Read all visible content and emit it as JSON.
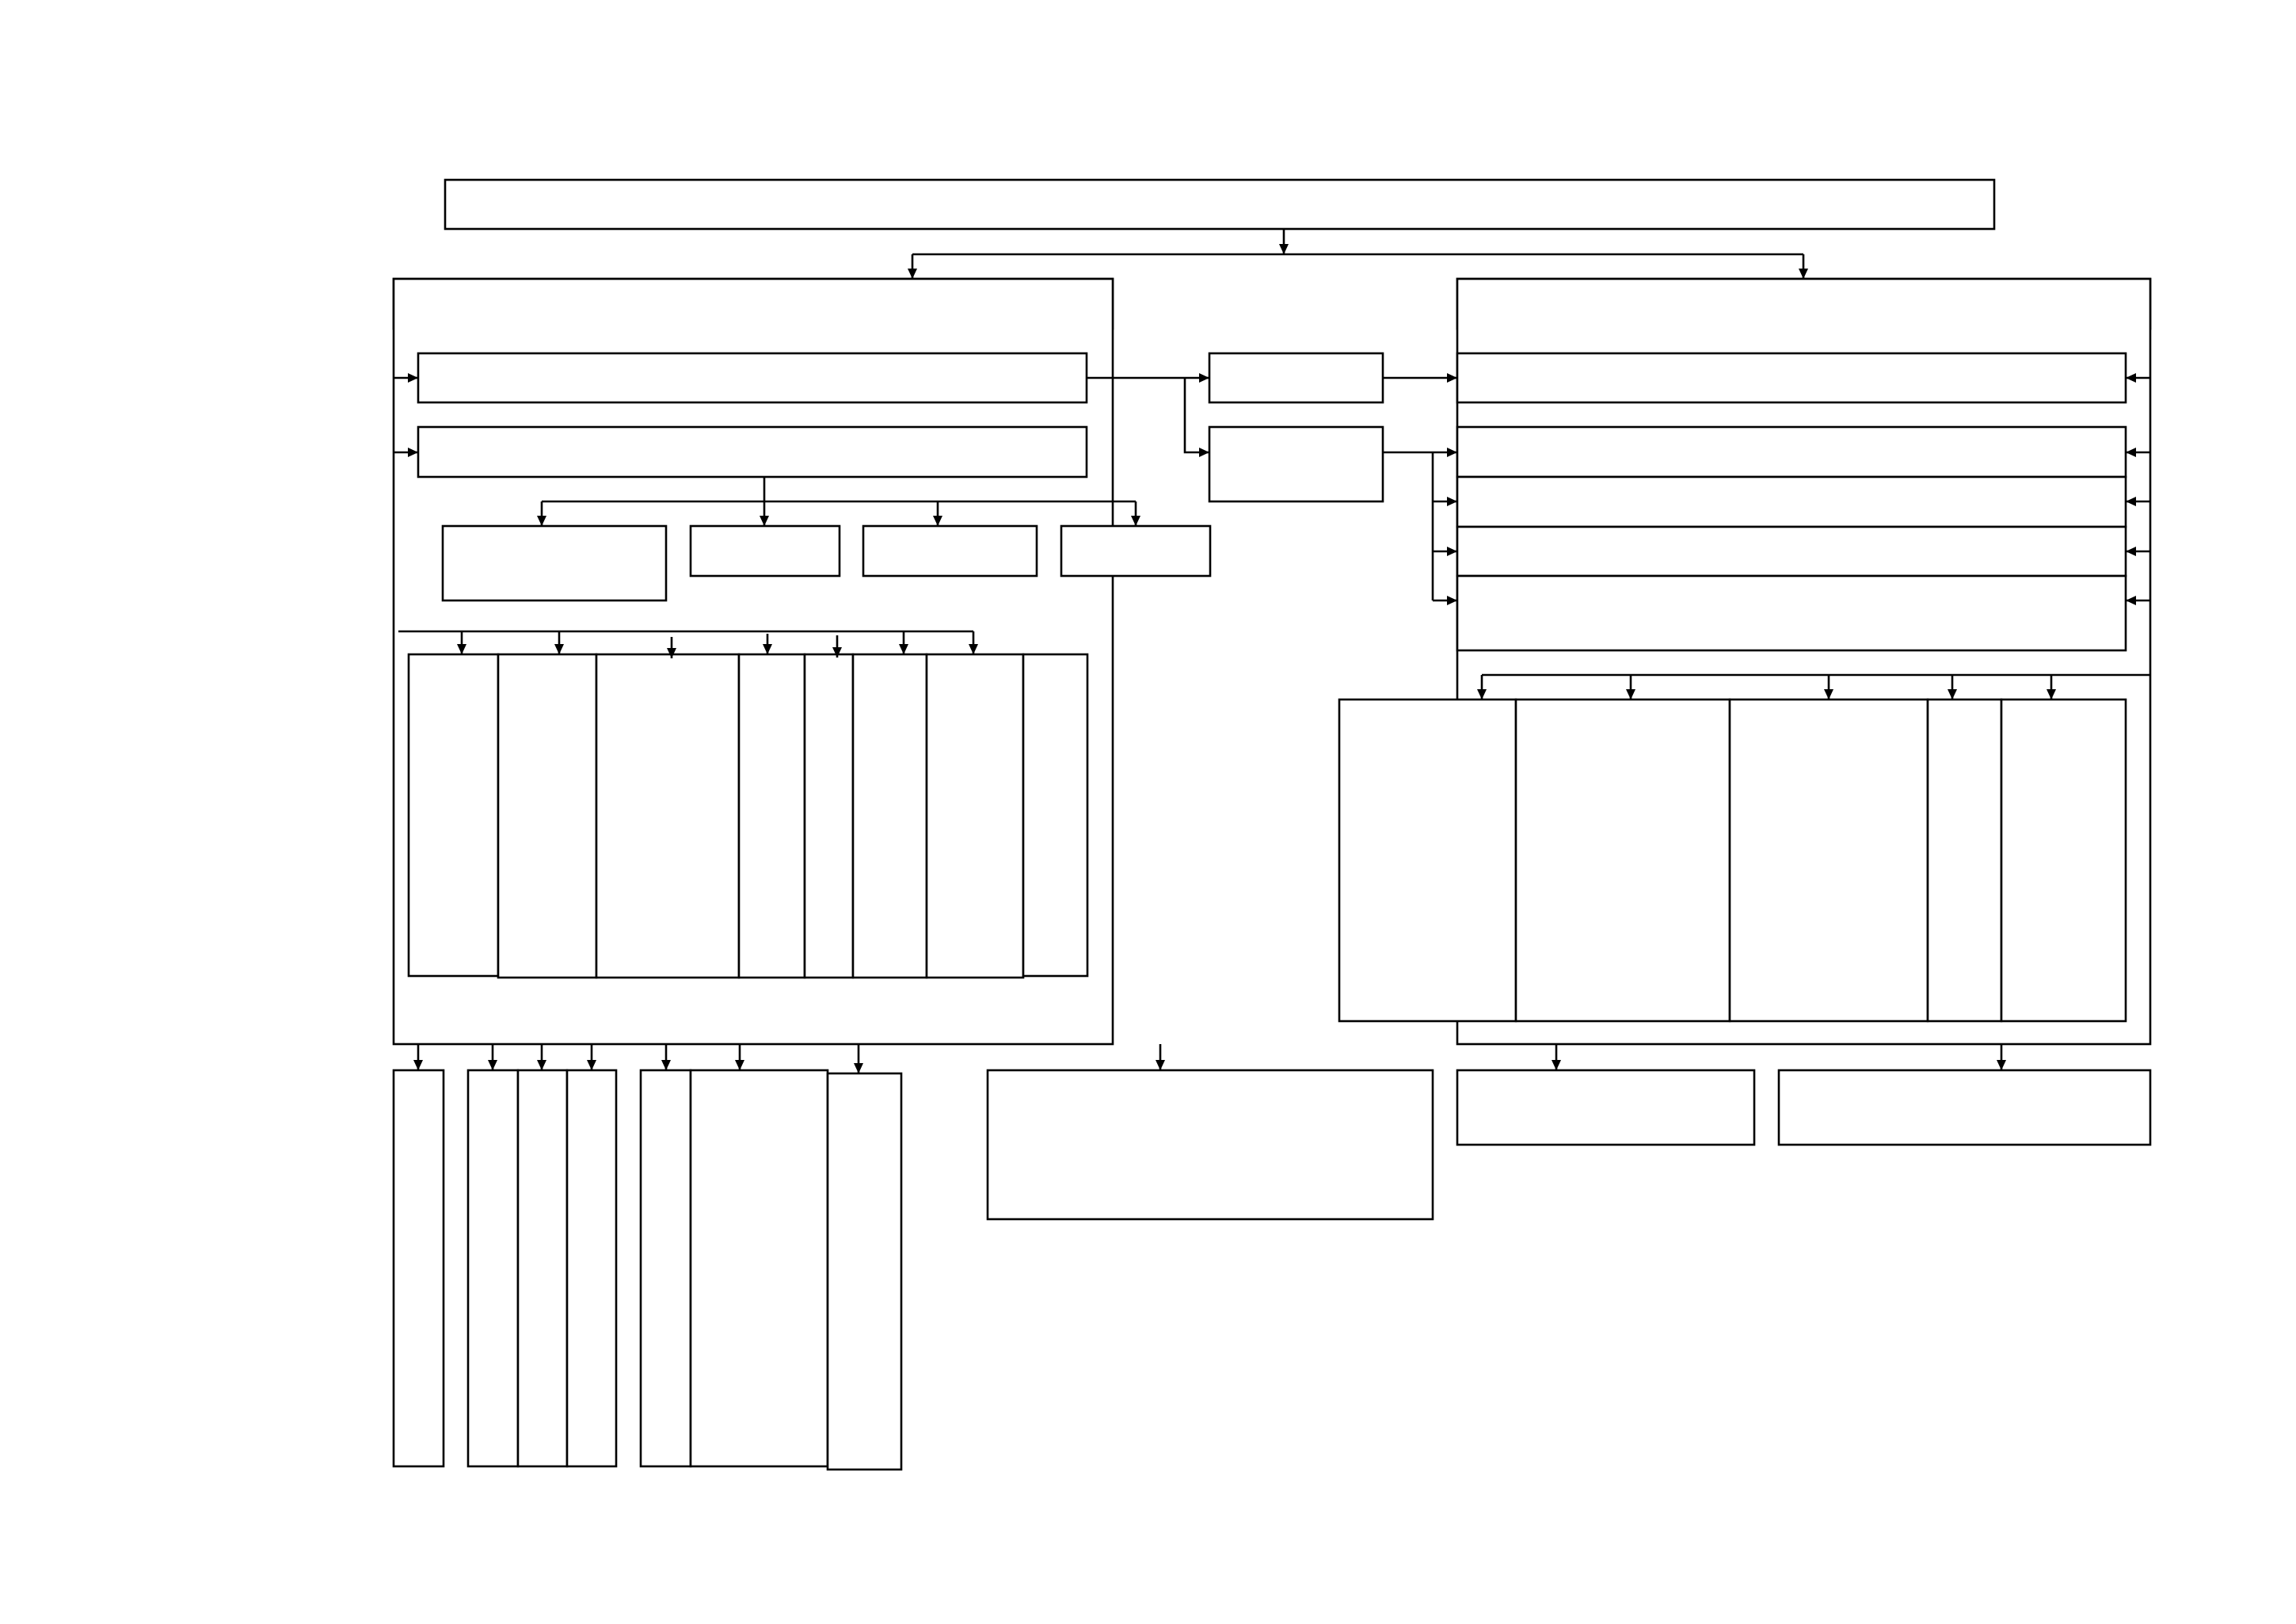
{
  "diagram": {
    "type": "block-diagram",
    "colors": {
      "stroke": "#000000",
      "fill": "#ffffff",
      "background": "#ffffff"
    },
    "node_ids": [
      "root",
      "left-head",
      "right-head",
      "left-frame",
      "right-frame",
      "left-r1",
      "left-r2",
      "mid-1",
      "mid-2",
      "right-r1",
      "right-stack-1",
      "right-stack-2",
      "right-stack-3",
      "right-stack-4",
      "sub-1",
      "sub-2",
      "sub-3",
      "sub-4",
      "lcol-1",
      "lcol-2",
      "lcol-3",
      "lcol-4",
      "lcol-5",
      "lcol-6",
      "lcol-7",
      "lcol-8",
      "rcol-1",
      "rcol-2",
      "rcol-3",
      "rcol-4",
      "rcol-5",
      "bcol-1",
      "bcol-2",
      "bcol-3",
      "bcol-4",
      "bcol-5",
      "bcol-6",
      "bcol-7",
      "bot-mid",
      "bot-r1",
      "bot-r2"
    ],
    "labels": {}
  }
}
